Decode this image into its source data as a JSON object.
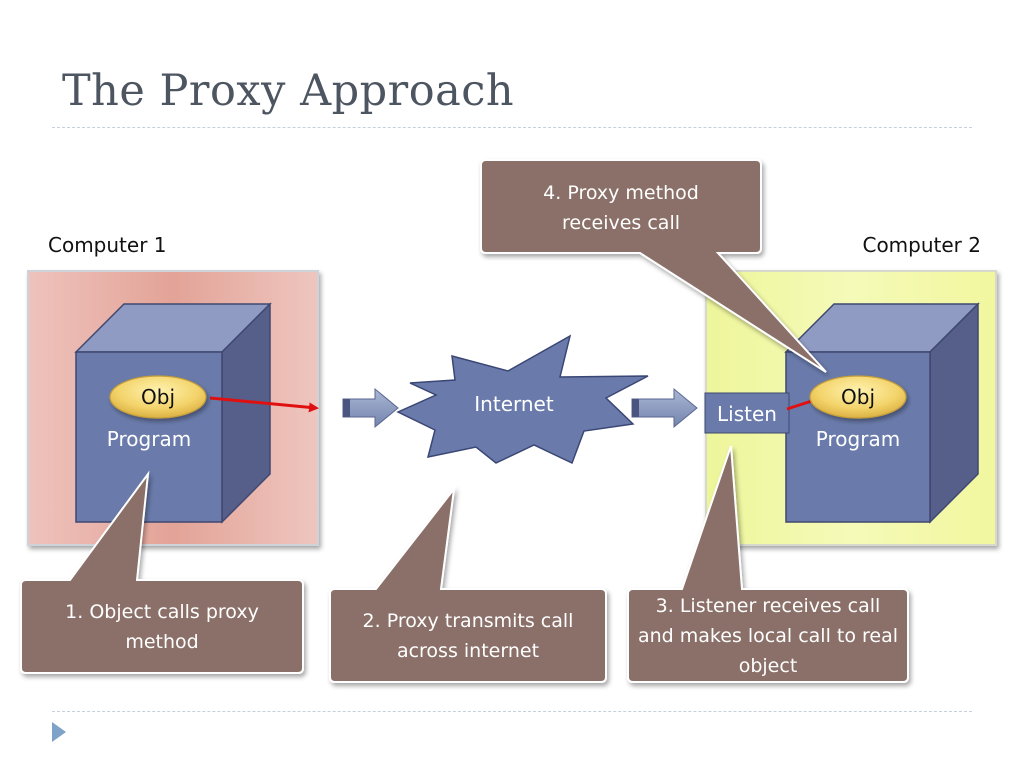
{
  "slide": {
    "title": "The Proxy Approach"
  },
  "computers": [
    {
      "label": "Computer 1",
      "obj_label": "Obj",
      "program_label": "Program"
    },
    {
      "label": "Computer 2",
      "obj_label": "Obj",
      "program_label": "Program",
      "listener_label": "Listen"
    }
  ],
  "network": {
    "label": "Internet"
  },
  "callouts": [
    {
      "text": "1. Object calls proxy method"
    },
    {
      "text": "2. Proxy transmits call across internet"
    },
    {
      "text": "3. Listener receives call and makes local call to real object"
    },
    {
      "text": "4. Proxy method receives call"
    }
  ],
  "colors": {
    "title": "#4d5561",
    "computer1_bg": "#e4a89e",
    "computer2_bg": "#f4f9b0",
    "cube_front": "#6a7bab",
    "cube_top": "#8f9bc2",
    "cube_side": "#565f8a",
    "callout": "#8a7068",
    "obj_oval": "#f2d06c",
    "call_arrow": "#e01010"
  },
  "icons": {
    "footer_bullet": "triangle-bullet-icon"
  }
}
